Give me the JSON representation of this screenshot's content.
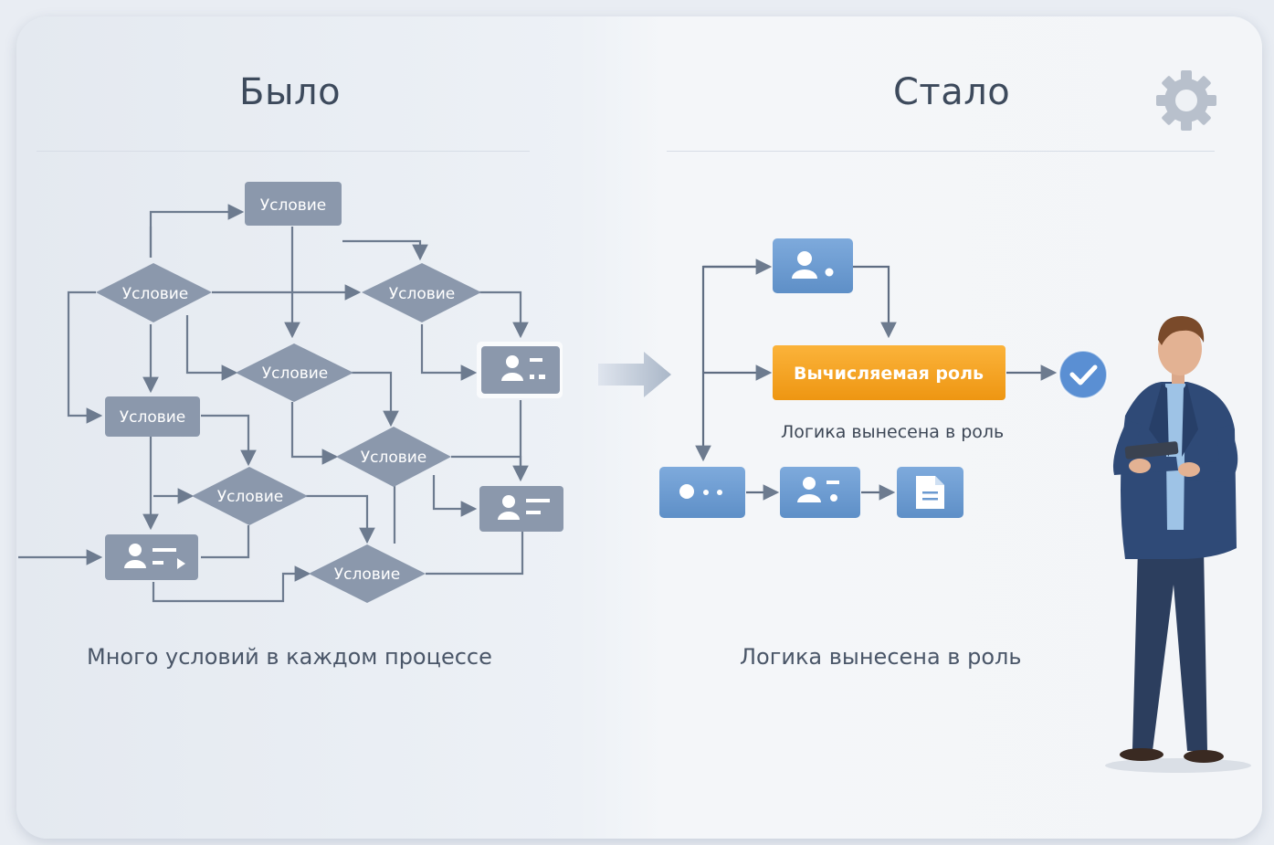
{
  "left": {
    "title": "Было",
    "condition_label": "Условие",
    "caption": "Много условий в каждом процессе"
  },
  "right": {
    "title": "Стало",
    "computed_role_label": "Вычисляемая роль",
    "subcaption": "Логика вынесена в роль",
    "caption": "Логика вынесена в роль"
  },
  "icons": [
    "gear-icon",
    "person-card-icon",
    "check-circle-icon",
    "document-icon",
    "arrow-right-icon",
    "person-illustration"
  ],
  "colors": {
    "condition_node": "#8b98ac",
    "role_node": "#6b9ad0",
    "computed_role": "#f4a21f",
    "check": "#5a8fd3",
    "line": "#6d7b8f"
  }
}
